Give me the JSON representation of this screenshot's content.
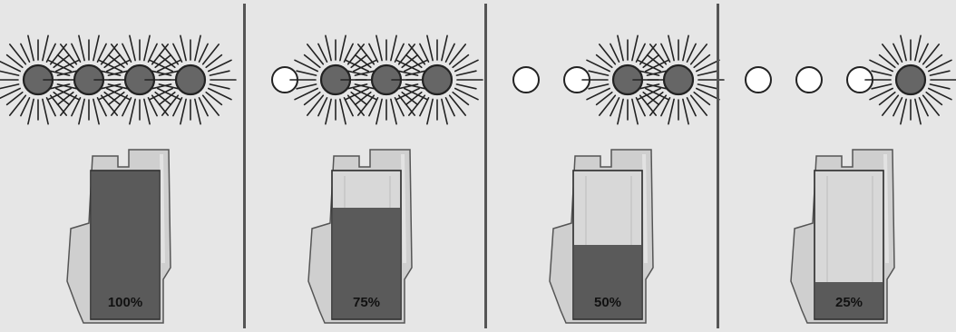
{
  "colors": {
    "background": "#e6e6e6",
    "divider": "#555555",
    "led_on": "#666666",
    "led_off": "#ffffff",
    "led_outline": "#222222",
    "battery_body": "#cfcfcf",
    "battery_outline": "#555555",
    "battery_empty": "#d8d8d8",
    "battery_fill": "#5a5a5a"
  },
  "led_icons": {
    "on": "led-lit-icon",
    "off": "led-unlit-icon"
  },
  "panels": [
    {
      "percent_label": "100%",
      "level": 1.0,
      "leds": [
        true,
        true,
        true,
        true
      ]
    },
    {
      "percent_label": "75%",
      "level": 0.75,
      "leds": [
        false,
        true,
        true,
        true
      ]
    },
    {
      "percent_label": "50%",
      "level": 0.5,
      "leds": [
        false,
        false,
        true,
        true
      ]
    },
    {
      "percent_label": "25%",
      "level": 0.25,
      "leds": [
        false,
        false,
        false,
        true
      ]
    }
  ]
}
